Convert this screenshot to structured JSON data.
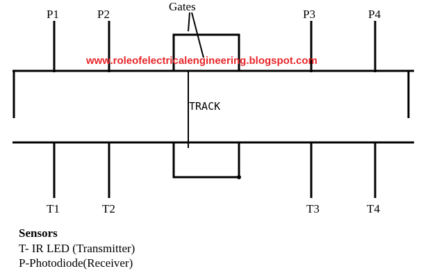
{
  "diagram": {
    "gates_label": "Gates",
    "track_label": "TRACK",
    "watermark": "www.roleofelectricalengineering.blogspot.com",
    "receivers": [
      "P1",
      "P2",
      "P3",
      "P4"
    ],
    "transmitters": [
      "T1",
      "T2",
      "T3",
      "T4"
    ]
  },
  "legend": {
    "title": "Sensors",
    "items": [
      "T- IR LED (Transmitter)",
      "P-Photodiode(Receiver)"
    ]
  },
  "colors": {
    "line": "#000000",
    "watermark": "#e8262a"
  }
}
